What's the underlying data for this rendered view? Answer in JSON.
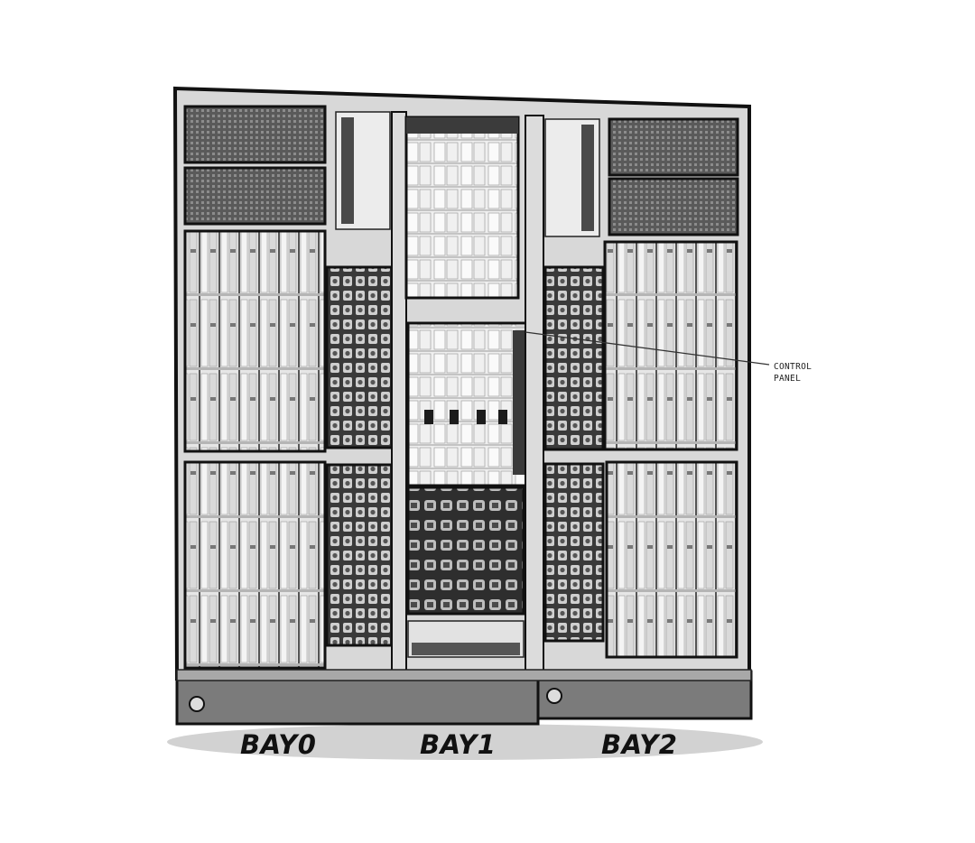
{
  "diagram": {
    "bays": [
      {
        "label": "BAY0"
      },
      {
        "label": "BAY1"
      },
      {
        "label": "BAY2"
      }
    ],
    "callout": {
      "line1": "CONTROL",
      "line2": "PANEL"
    },
    "colors": {
      "frame": "#111111",
      "cabinet": "#d4d4d4",
      "module": "#e9e9e9",
      "dark": "#3c3c3c",
      "base": "#7a7a7a",
      "shadow": "#cfcfcf"
    }
  }
}
